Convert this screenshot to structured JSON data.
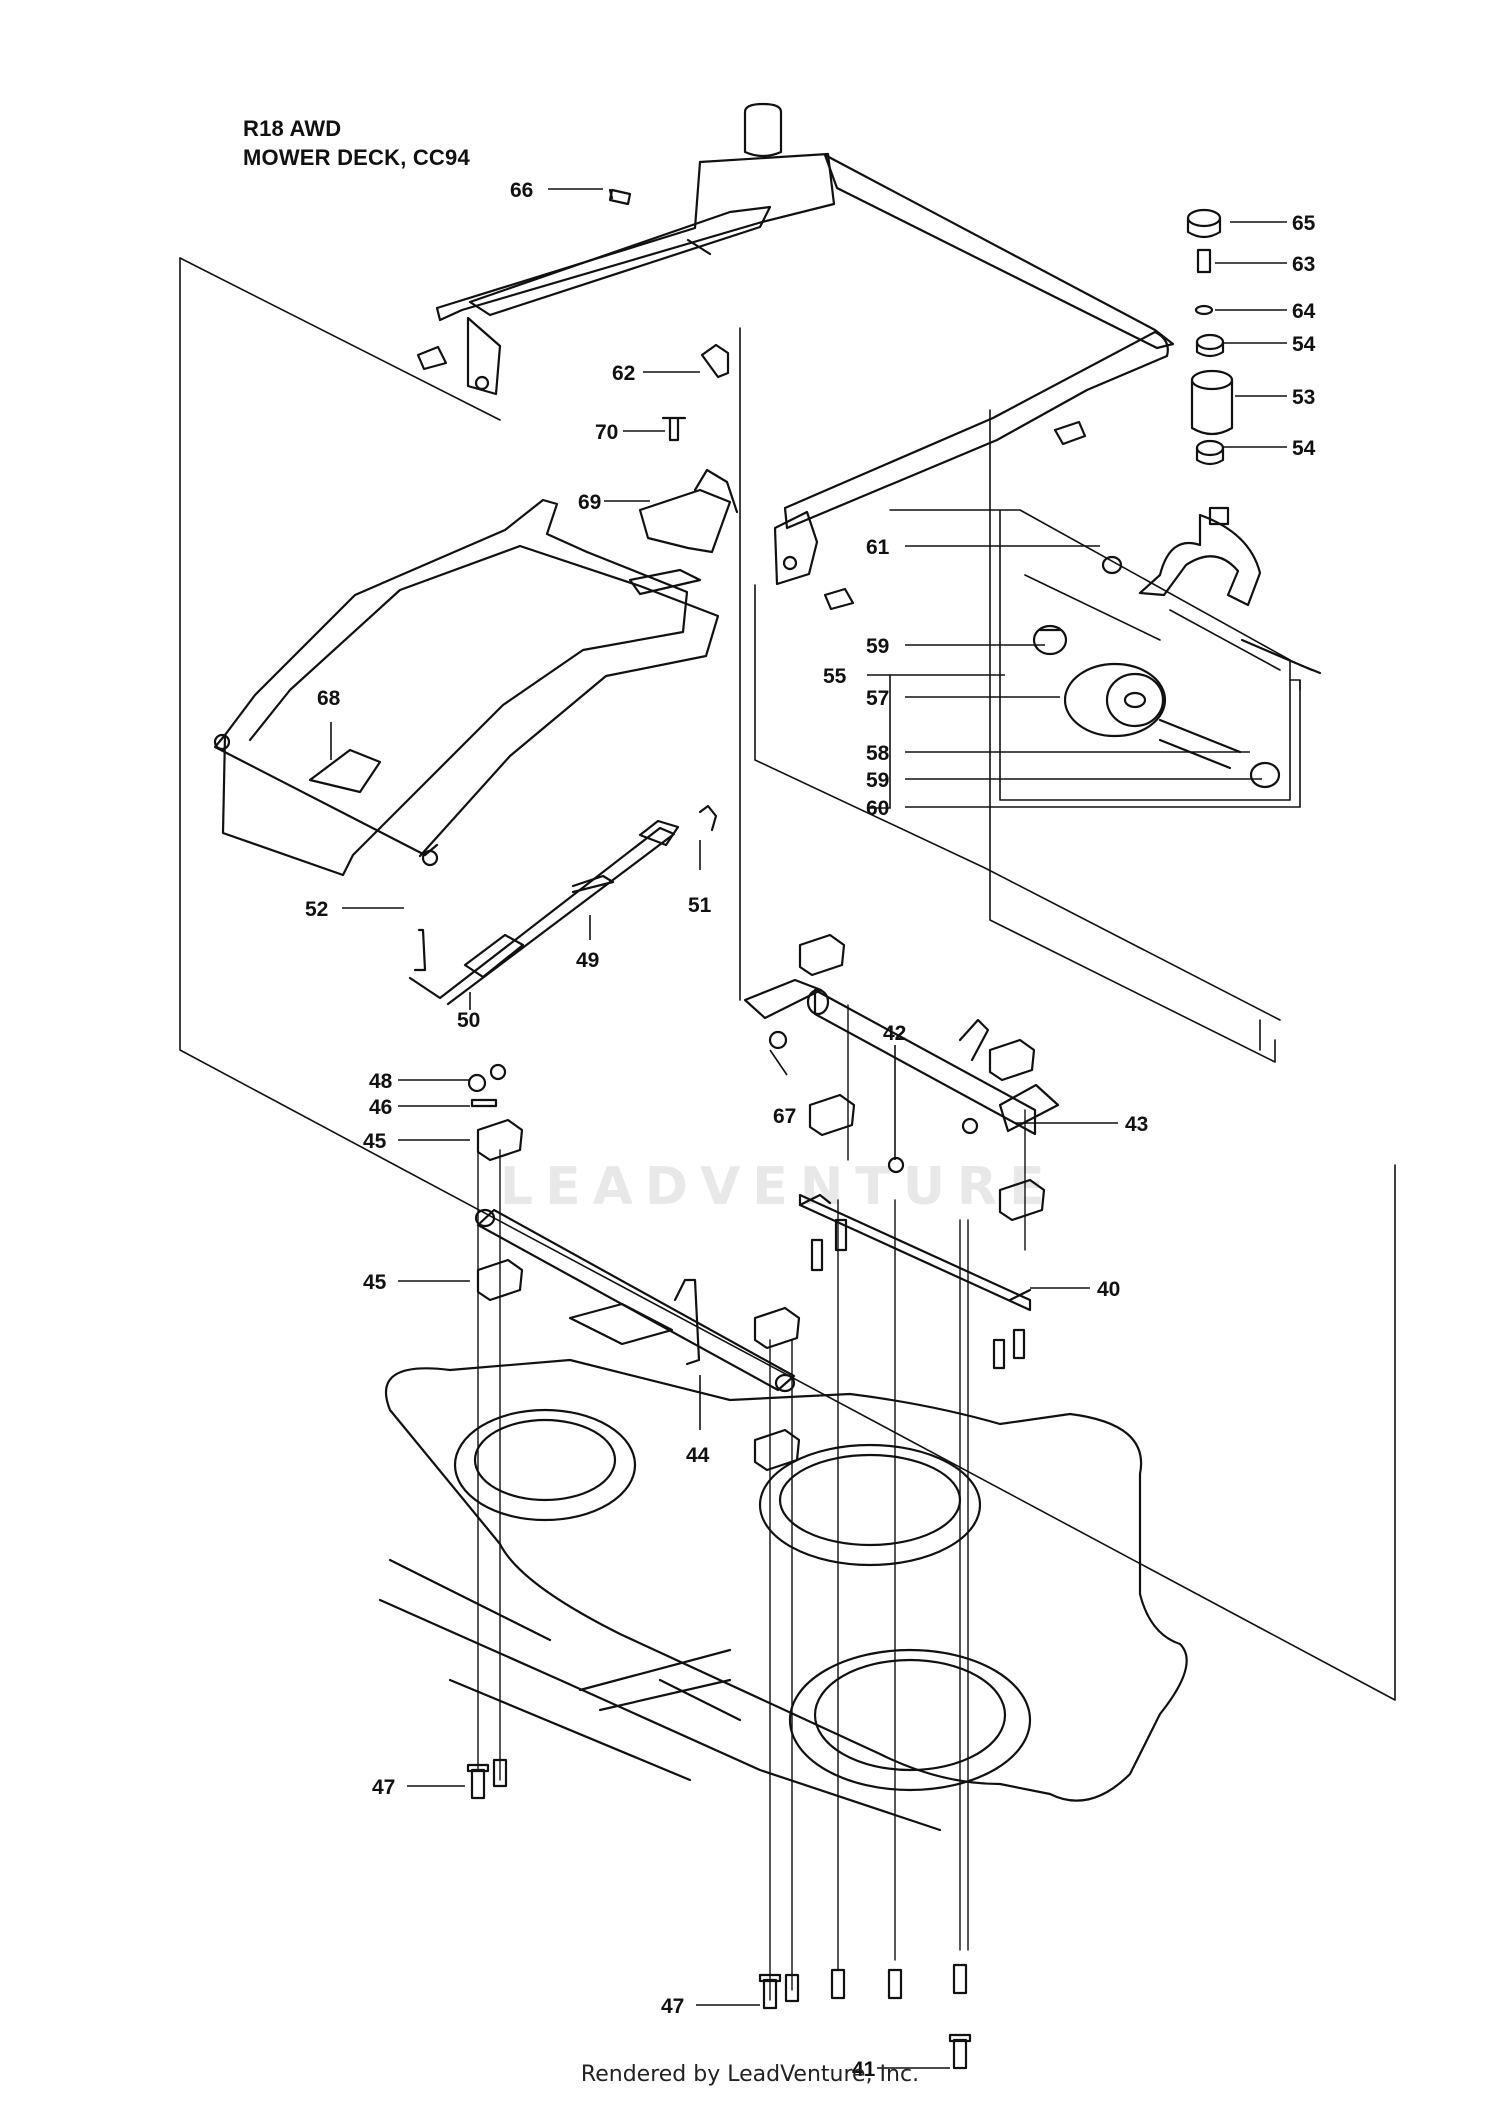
{
  "header": {
    "model": "R18 AWD",
    "section": "MOWER DECK, CC94"
  },
  "watermark": "LEADVENTURE",
  "footer": "Rendered by LeadVenture, Inc.",
  "callouts": [
    "66",
    "65",
    "63",
    "64",
    "54",
    "62",
    "53",
    "70",
    "54",
    "69",
    "61",
    "59",
    "55",
    "57",
    "68",
    "58",
    "59",
    "60",
    "51",
    "52",
    "49",
    "50",
    "48",
    "46",
    "67",
    "42",
    "43",
    "45",
    "45",
    "40",
    "44",
    "47",
    "47",
    "41"
  ]
}
